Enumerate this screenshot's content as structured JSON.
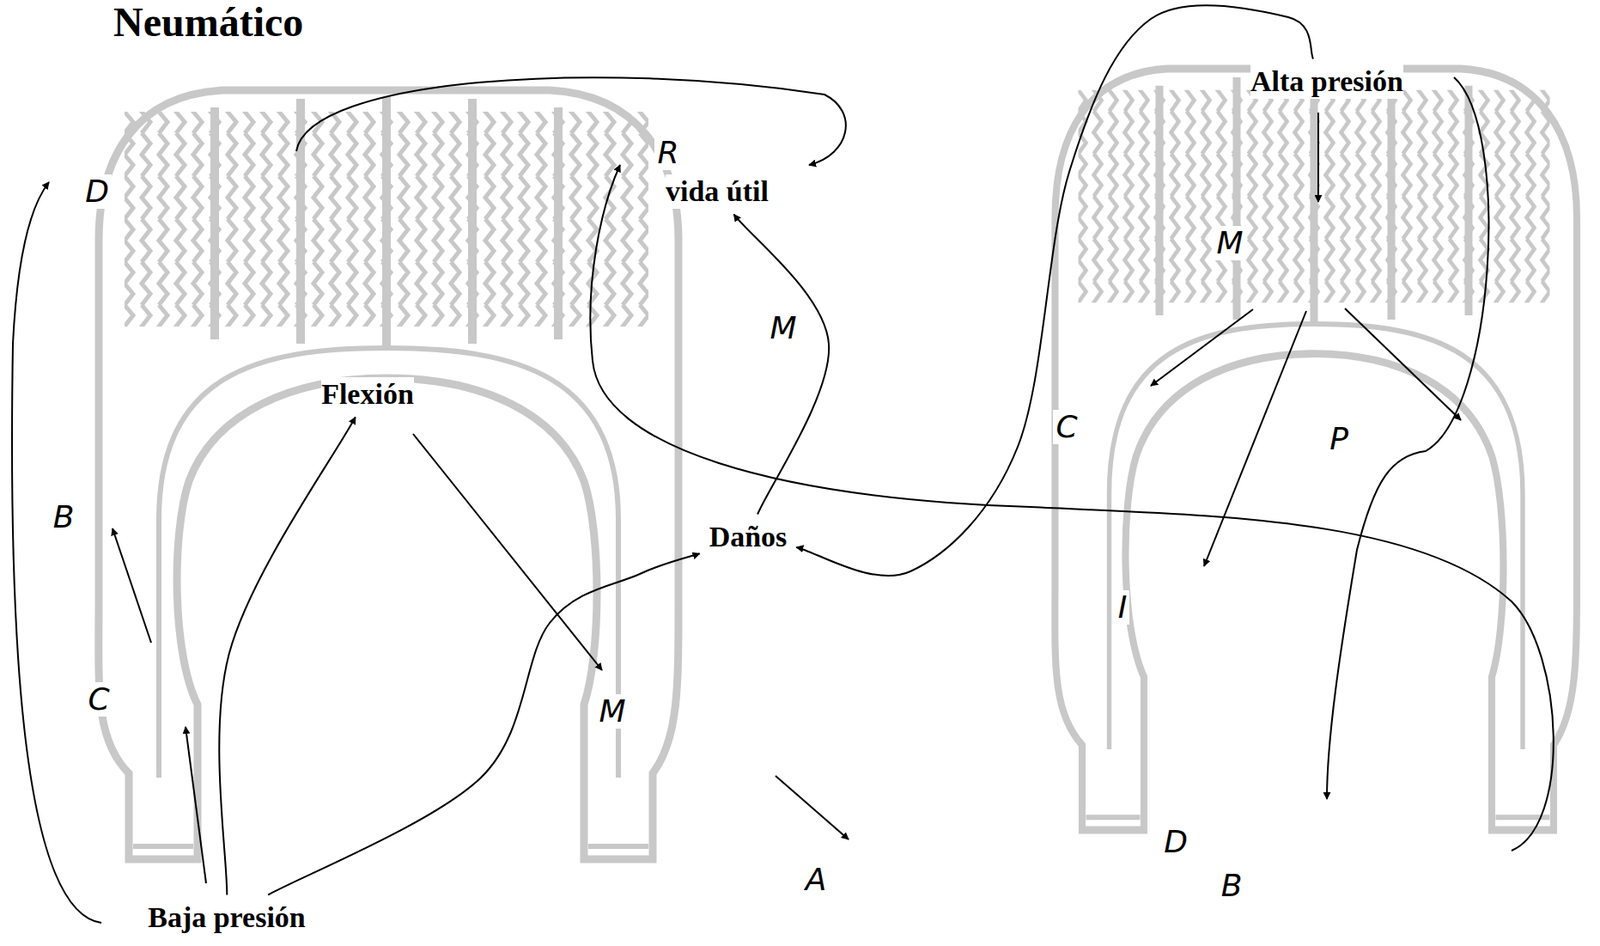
{
  "diagram": {
    "title": "Neumático",
    "nodes": [
      {
        "text": [
          "Alta presión"
        ]
      },
      {
        "text": [
          "vida útil"
        ]
      },
      {
        "text": [
          "Flexión"
        ]
      },
      {
        "text": [
          "Daños"
        ]
      },
      {
        "text": [
          "Baja presión"
        ]
      }
    ],
    "edges": [
      {
        "from": 4,
        "to": 2,
        "arrow": "to"
      },
      {
        "from": 4,
        "to": 3,
        "arrow": "to"
      },
      {
        "from": 3,
        "to": 1,
        "arrow": "to"
      },
      {
        "from": 0,
        "to": 3,
        "arrow": "to"
      }
    ],
    "labels": [
      "D",
      "B",
      "C",
      "R",
      "M",
      "M",
      "A",
      "M",
      "C",
      "P",
      "I",
      "D",
      "B"
    ]
  }
}
